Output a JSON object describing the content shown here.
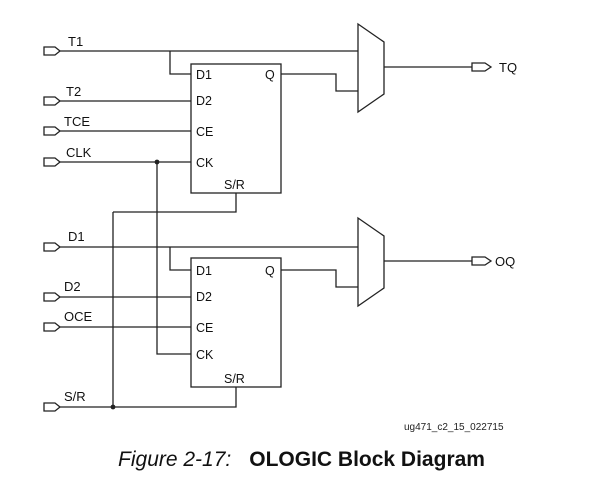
{
  "inputs": {
    "t1": "T1",
    "t2": "T2",
    "tce": "TCE",
    "clk": "CLK",
    "d1": "D1",
    "d2": "D2",
    "oce": "OCE",
    "sr": "S/R"
  },
  "flipflop_top": {
    "d1": "D1",
    "d2": "D2",
    "ce": "CE",
    "ck": "CK",
    "sr": "S/R",
    "q": "Q"
  },
  "flipflop_bottom": {
    "d1": "D1",
    "d2": "D2",
    "ce": "CE",
    "ck": "CK",
    "sr": "S/R",
    "q": "Q"
  },
  "outputs": {
    "tq": "TQ",
    "oq": "OQ"
  },
  "diagram_id": "ug471_c2_15_022715",
  "caption": {
    "figure": "Figure 2-17:",
    "title": "OLOGIC Block Diagram"
  }
}
